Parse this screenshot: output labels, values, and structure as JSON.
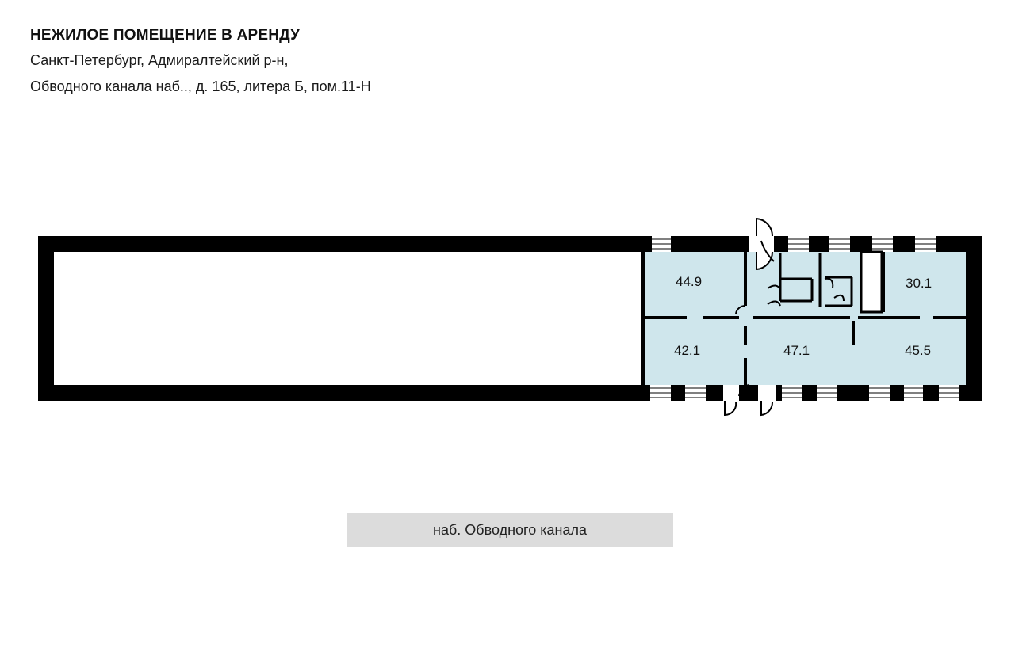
{
  "header": {
    "title": "НЕЖИЛОЕ ПОМЕЩЕНИЕ В АРЕНДУ",
    "address_line1": "Санкт-Петербург, Адмиралтейский р-н,",
    "address_line2": "Обводного канала наб.., д. 165, литера Б, пом.11-Н"
  },
  "plan": {
    "colors": {
      "wall": "#000000",
      "room_fill": "#cfe6ec",
      "window": "#ffffff",
      "background": "#ffffff"
    },
    "rooms": [
      {
        "id": "room-44-9",
        "area": "44.9"
      },
      {
        "id": "room-30-1",
        "area": "30.1"
      },
      {
        "id": "room-42-1",
        "area": "42.1"
      },
      {
        "id": "room-47-1",
        "area": "47.1"
      },
      {
        "id": "room-45-5",
        "area": "45.5"
      }
    ]
  },
  "street": {
    "label": "наб. Обводного канала"
  }
}
